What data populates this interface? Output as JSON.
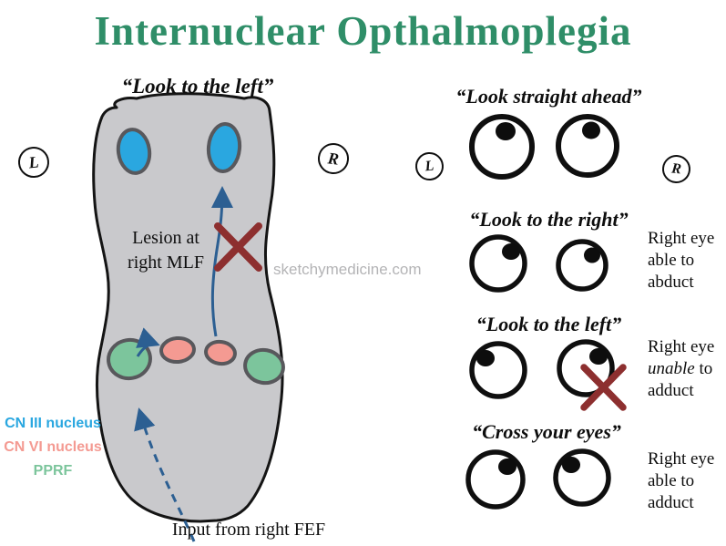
{
  "title": "Internuclear Opthalmoplegia",
  "watermark": "sketchymedicine.com",
  "colors": {
    "title_green": "#2f8e68",
    "cn3_blue": "#2aa7e0",
    "cn6_pink": "#f49a92",
    "pprf_green": "#7cc59c",
    "lesion_red": "#8d2f2f",
    "pathway_blue": "#2c5f92",
    "brainstem_gray": "#c9c9cc"
  },
  "brainstem": {
    "heading": "“Look to the left”",
    "left_marker": "L",
    "right_marker": "R",
    "lesion_line1": "Lesion at",
    "lesion_line2": "right MLF",
    "input_label": "Input from right FEF",
    "legend": [
      {
        "label": "CN III nucleus",
        "color": "#2aa7e0"
      },
      {
        "label": "CN VI nucleus",
        "color": "#f49a92"
      },
      {
        "label": "PPRF",
        "color": "#7cc59c"
      }
    ]
  },
  "eye_panel": {
    "left_marker": "L",
    "right_marker": "R",
    "gaze_tests": [
      {
        "heading": "“Look straight ahead”"
      },
      {
        "heading": "“Look to the right”",
        "note": [
          "Right eye",
          "able to",
          "abduct"
        ]
      },
      {
        "heading": "“Look to the left”",
        "note_l1": "Right eye",
        "note_italic": "unable",
        "note_l2rest": " to",
        "note_l3": "adduct"
      },
      {
        "heading": "“Cross your eyes”",
        "note": [
          "Right eye",
          "able to",
          "adduct"
        ]
      }
    ]
  }
}
